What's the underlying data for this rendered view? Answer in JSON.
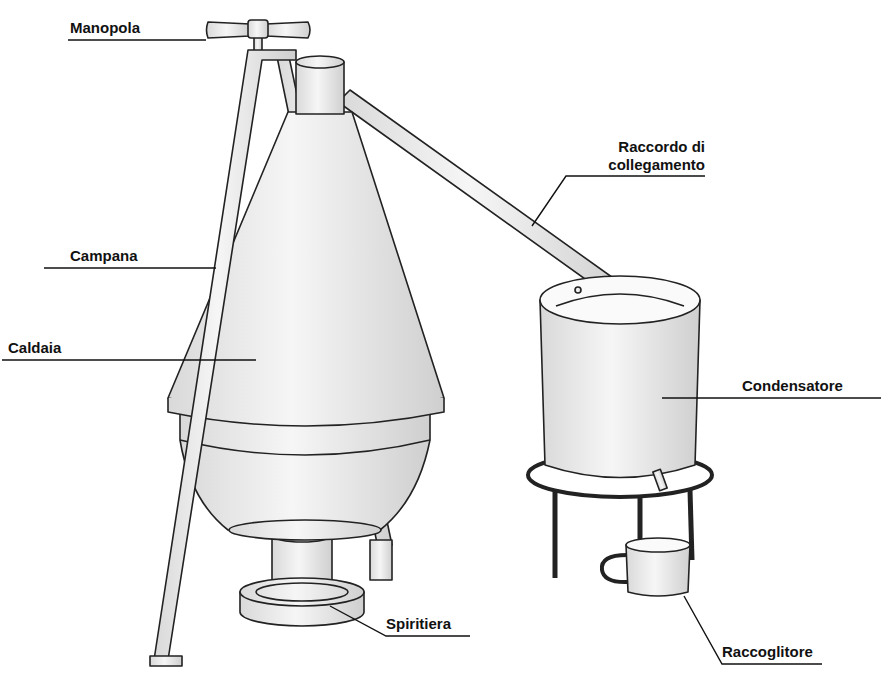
{
  "diagram": {
    "labels": [
      "Manopola",
      "Raccordo di collegamento",
      "Campana",
      "Caldaia",
      "Condensatore",
      "Spiritiera",
      "Raccoglitore"
    ]
  }
}
